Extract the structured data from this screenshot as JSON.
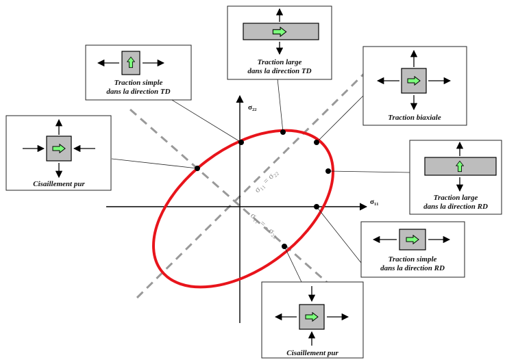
{
  "axes": {
    "x_label": "σ₁₁",
    "y_label": "σ₂₂"
  },
  "diagonals": {
    "equal_label": "σ₁₁ = σ₂₂",
    "opposite_label": "σ₁₁ = - σ₂₂"
  },
  "colors": {
    "ellipse": "#e8141b",
    "arrow_fill": "#7cff7c",
    "specimen": "#bdbdbd",
    "dashed": "#999999"
  },
  "boxes": [
    {
      "id": "traction-simple-td",
      "lines": [
        "Traction simple",
        "dans la direction TD"
      ]
    },
    {
      "id": "traction-large-td",
      "lines": [
        "Traction large",
        "dans la direction TD"
      ]
    },
    {
      "id": "traction-biaxiale",
      "lines": [
        "Traction biaxiale"
      ]
    },
    {
      "id": "cisaillement-pur-left",
      "lines": [
        "Cisaillement pur"
      ]
    },
    {
      "id": "traction-large-rd",
      "lines": [
        "Traction large",
        "dans la direction RD"
      ]
    },
    {
      "id": "traction-simple-rd",
      "lines": [
        "Traction simple",
        "dans la direction RD"
      ]
    },
    {
      "id": "cisaillement-pur-bottom",
      "lines": [
        "Cisaillement pur"
      ]
    }
  ]
}
